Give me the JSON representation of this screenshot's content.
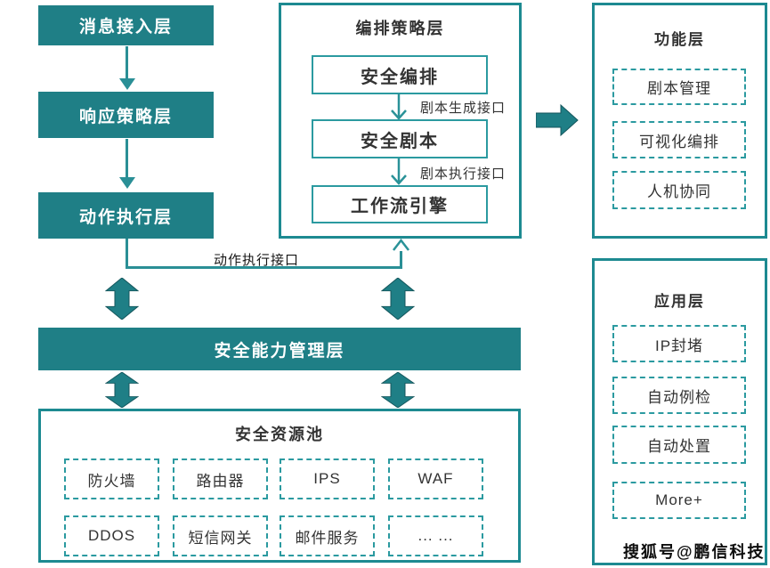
{
  "diagram": {
    "left_layers": [
      "消息接入层",
      "响应策略层",
      "动作执行层"
    ],
    "orchestration": {
      "title": "编排策略层",
      "steps": [
        "安全编排",
        "安全剧本",
        "工作流引擎"
      ],
      "interfaces": [
        "剧本生成接口",
        "剧本执行接口",
        "动作执行接口"
      ]
    },
    "function_layer": {
      "title": "功能层",
      "items": [
        "剧本管理",
        "可视化编排",
        "人机协同"
      ]
    },
    "application_layer": {
      "title": "应用层",
      "items": [
        "IP封堵",
        "自动例检",
        "自动处置",
        "More+"
      ]
    },
    "capability_layer": {
      "label": "安全能力管理层"
    },
    "resource_pool": {
      "title": "安全资源池",
      "items": [
        "防火墙",
        "路由器",
        "IPS",
        "WAF",
        "DDOS",
        "短信网关",
        "邮件服务",
        "... ..."
      ]
    },
    "watermark": "搜狐号@鹏信科技",
    "colors": {
      "teal_fill": "#1f7f86",
      "teal_border": "#1d8a91",
      "teal_dashed": "#2b9aa0",
      "text_dark": "#333333",
      "background": "#ffffff"
    }
  }
}
